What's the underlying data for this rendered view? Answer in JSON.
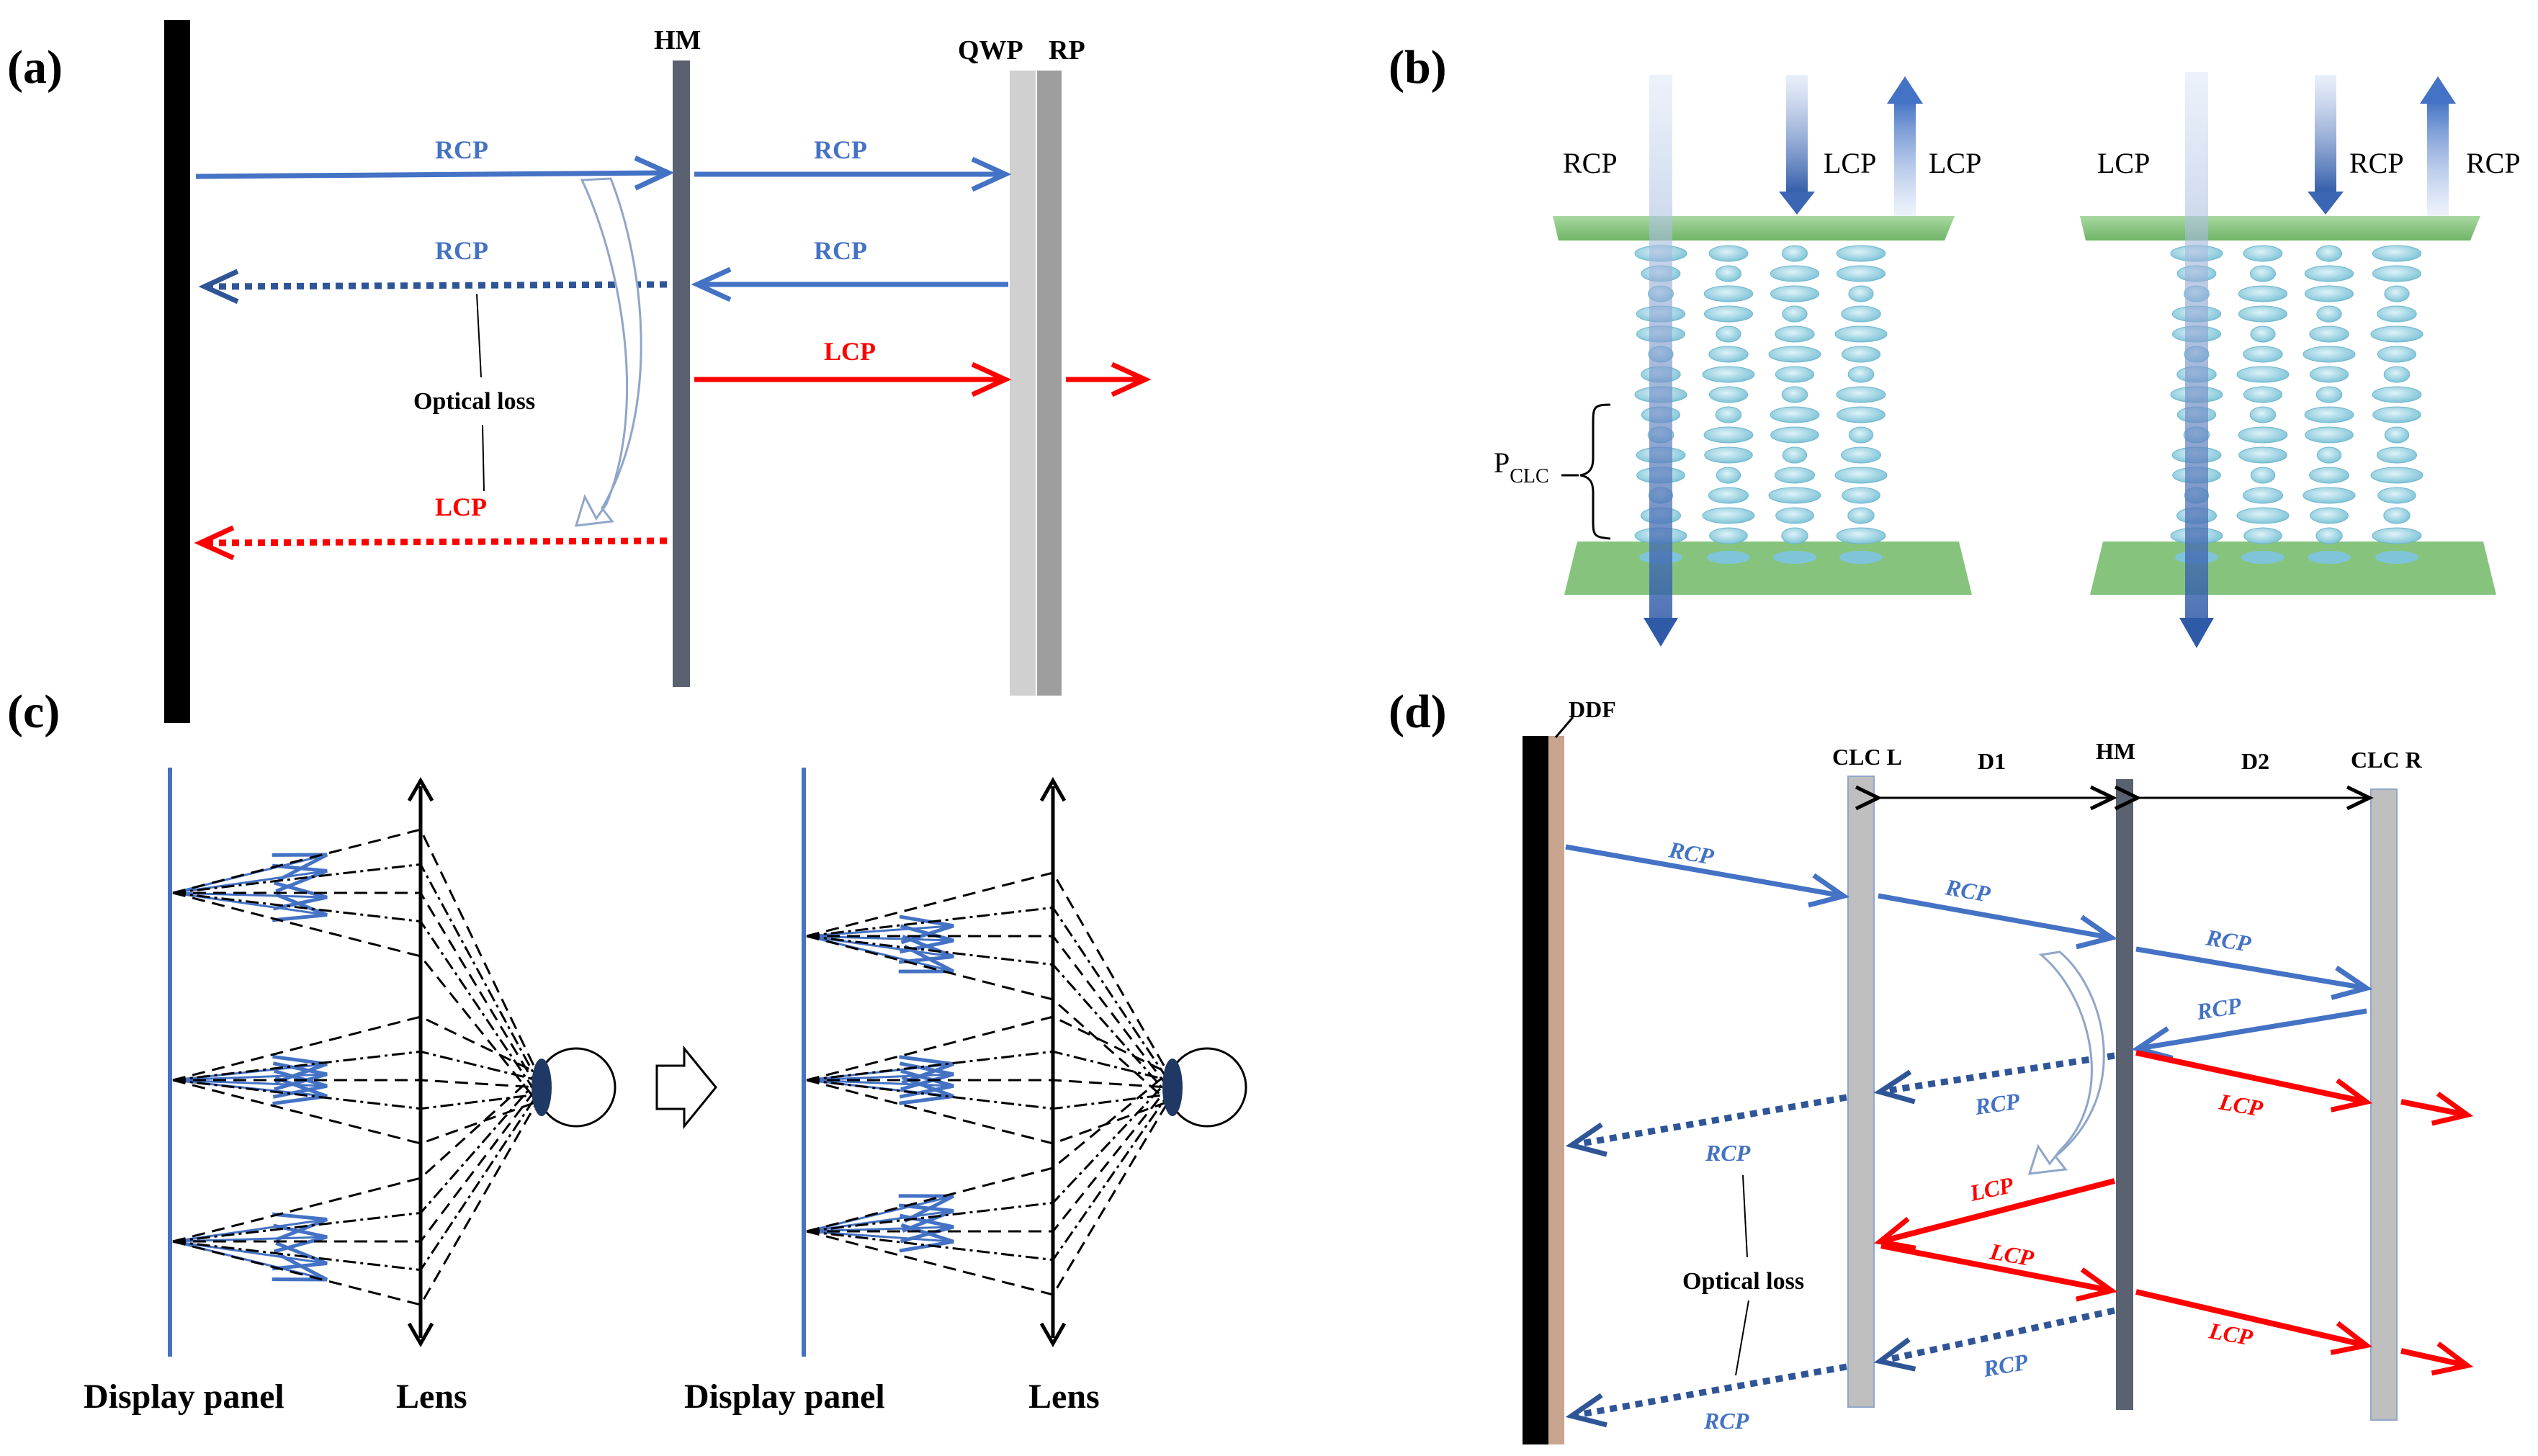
{
  "panels": {
    "a": {
      "tag": "(a)",
      "labels": {
        "hm": "HM",
        "qwp": "QWP",
        "rp": "RP"
      },
      "rays": {
        "r1": "RCP",
        "r2": "RCP",
        "r3": "RCP",
        "r4": "RCP",
        "r5": "LCP",
        "r6": "LCP"
      },
      "loss": "Optical loss"
    },
    "b": {
      "tag": "(b)",
      "left": {
        "l1": "RCP",
        "l2": "LCP",
        "l3": "LCP"
      },
      "right": {
        "l1": "LCP",
        "l2": "RCP",
        "l3": "RCP"
      },
      "pitch_main": "P",
      "pitch_sub": "CLC"
    },
    "c": {
      "tag": "(c)",
      "cap_display_1": "Display panel",
      "cap_lens_1": "Lens",
      "cap_display_2": "Display panel",
      "cap_lens_2": "Lens"
    },
    "d": {
      "tag": "(d)",
      "labels": {
        "ddf": "DDF",
        "clcl": "CLC L",
        "hm": "HM",
        "clcr": "CLC R",
        "d1": "D1",
        "d2": "D2"
      },
      "rays": {
        "r1": "RCP",
        "r2": "RCP",
        "r3": "RCP",
        "r4": "RCP",
        "r5": "LCP",
        "r6": "RCP",
        "r7": "RCP",
        "r8": "LCP",
        "r9": "LCP",
        "r10": "LCP",
        "r11": "RCP",
        "r12": "RCP"
      },
      "loss": "Optical loss"
    }
  },
  "colors": {
    "blue": "#4472c4",
    "dark_blue": "#2f5597",
    "red": "#ff0000",
    "plate_green": "#8fc98a",
    "lc_cyan": "#a8dbe8",
    "hm_gray": "#5a6170",
    "plate_gray": "#bfbfbf",
    "ddf_tan": "#c9a58f"
  }
}
